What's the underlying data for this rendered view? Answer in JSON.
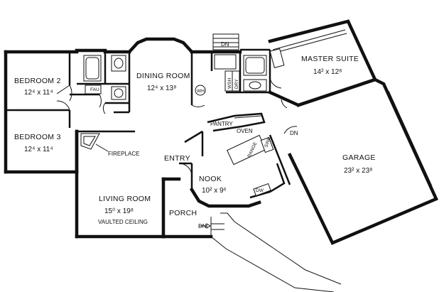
{
  "rooms": {
    "bedroom2": {
      "name": "BEDROOM 2",
      "dim": "12⁴ x 11⁴"
    },
    "bedroom3": {
      "name": "BEDROOM 3",
      "dim": "12⁴ x 11⁴"
    },
    "dining": {
      "name": "DINING ROOM",
      "dim": "12⁴ x 13⁸"
    },
    "master": {
      "name": "MASTER SUITE",
      "dim": "14² x 12⁸"
    },
    "garage": {
      "name": "GARAGE",
      "dim": "23² x 23⁸"
    },
    "living": {
      "name": "LIVING ROOM",
      "dim": "15⁰ x 19⁸",
      "note": "VAULTED CEILING"
    },
    "nook": {
      "name": "NOOK",
      "dim": "10² x 9⁶"
    },
    "entry": {
      "name": "ENTRY"
    },
    "porch": {
      "name": "PORCH"
    }
  },
  "fixtures": {
    "fireplace": "FIREPLACE",
    "pantry": "PANTRY",
    "oven": "OVEN",
    "range": "RANGE",
    "wh": "WH",
    "fau": "FAU",
    "wsh": "WSH",
    "dry": "DRY",
    "sink": "SINK",
    "dw": "DW"
  },
  "stairs": {
    "dn_top": "DN",
    "dn_garage": "DN",
    "dn_porch": "DN"
  }
}
